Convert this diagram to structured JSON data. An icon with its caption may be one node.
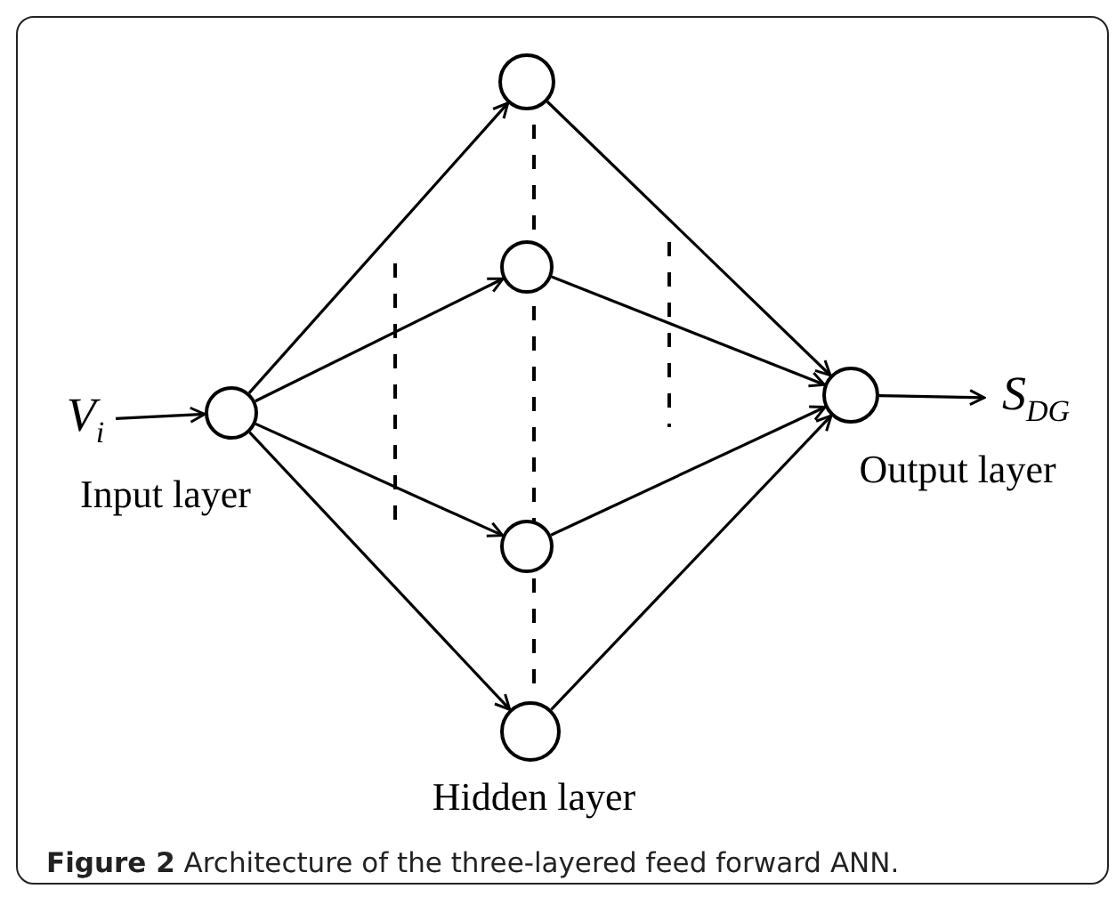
{
  "diagram": {
    "caption": "**Figure 2** Architecture of the three-layered feed forward ANN.",
    "nodes": [
      {
        "text": [
          "V$_{i}$"
        ]
      },
      {
        "text": [],
        "shape": "circle",
        "beside": [
          "Input layer"
        ]
      },
      {
        "text": [],
        "shape": "circle"
      },
      {
        "text": [],
        "shape": "circle"
      },
      {
        "text": [],
        "shape": "circle"
      },
      {
        "text": [],
        "shape": "circle"
      },
      {
        "text": [],
        "shape": "circle",
        "beside": [
          "Output layer"
        ]
      },
      {
        "text": [
          "S$_{DG}$"
        ]
      }
    ],
    "edges": [
      {
        "from": 0,
        "to": 1,
        "arrow": "to"
      },
      {
        "from": 1,
        "to": 2,
        "arrow": "to"
      },
      {
        "from": 1,
        "to": 3,
        "arrow": "to"
      },
      {
        "from": 1,
        "to": 4,
        "arrow": "to"
      },
      {
        "from": 1,
        "to": 5,
        "arrow": "to"
      },
      {
        "from": 2,
        "to": 6,
        "arrow": "to"
      },
      {
        "from": 3,
        "to": 6,
        "arrow": "to"
      },
      {
        "from": 4,
        "to": 6,
        "arrow": "to"
      },
      {
        "from": 5,
        "to": 6,
        "arrow": "to"
      },
      {
        "from": 6,
        "to": 7,
        "arrow": "to"
      }
    ],
    "labels": [
      "Hidden layer"
    ]
  }
}
